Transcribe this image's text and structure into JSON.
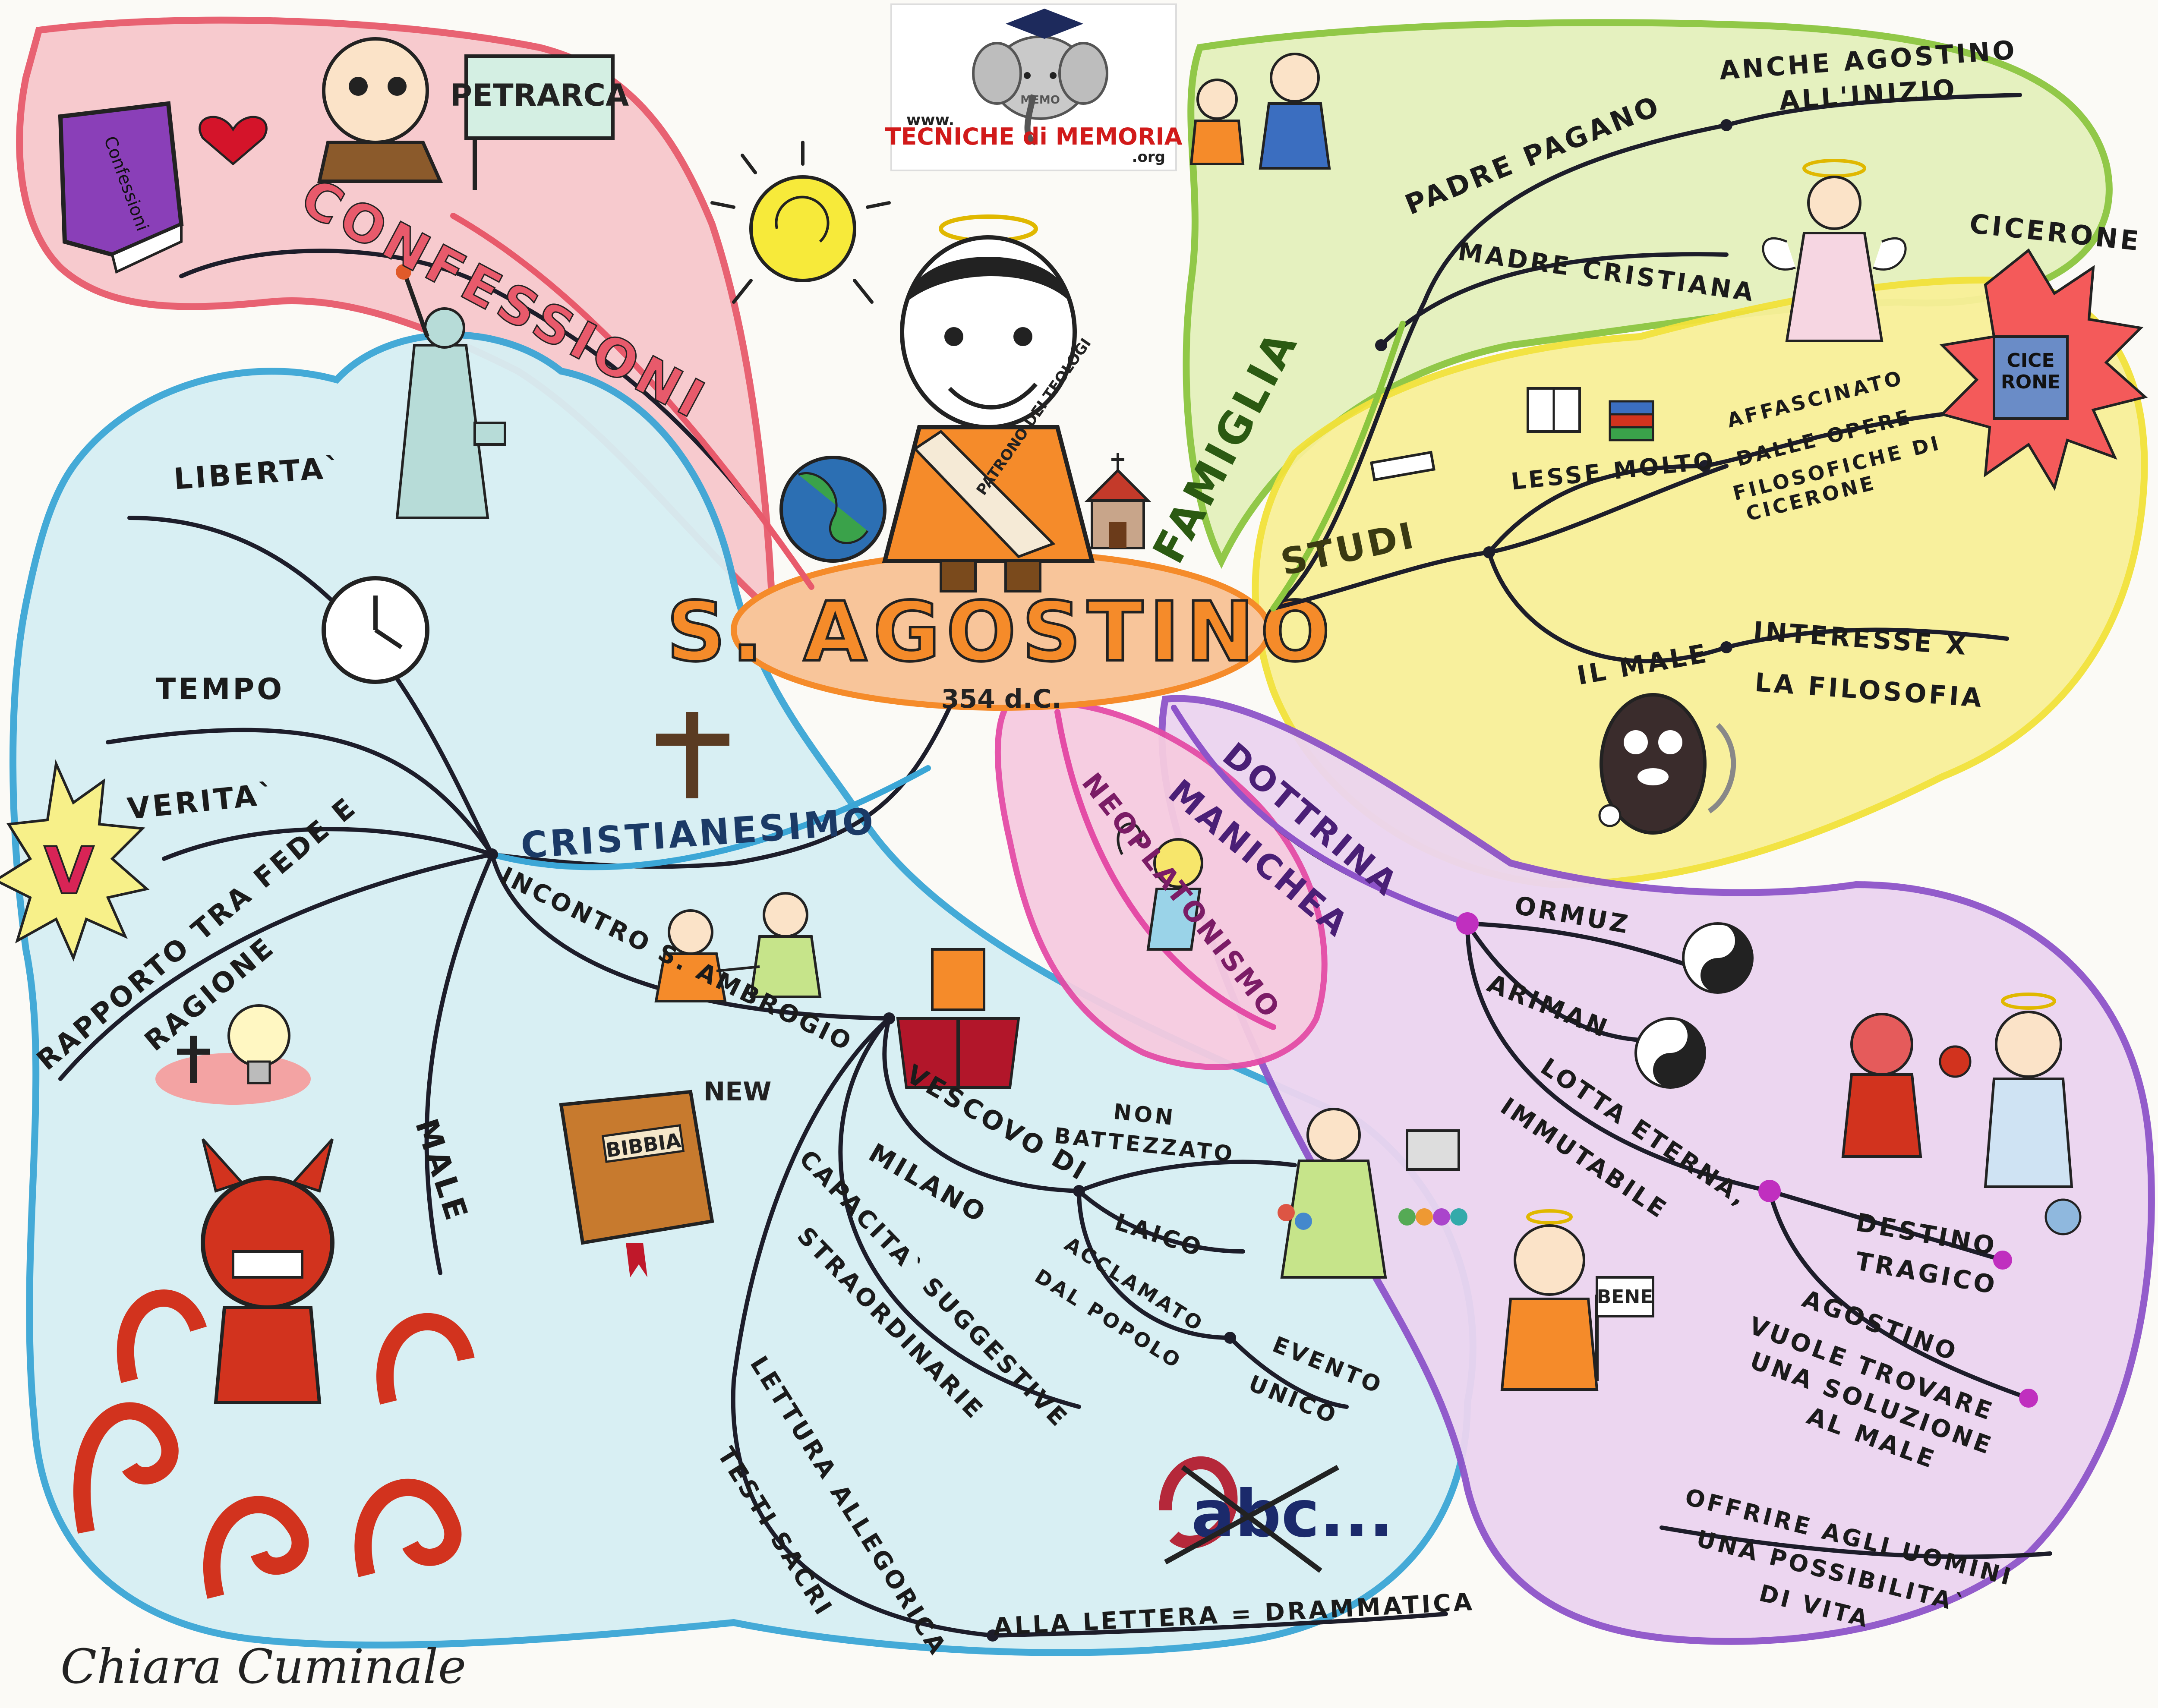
{
  "logo": {
    "line1": "www.",
    "line2": "TECNICHE di MEMORIA",
    "line3": ".org",
    "badge": "MEMO"
  },
  "center": {
    "title": "S. AGOSTINO",
    "date": "354 d.C."
  },
  "colors": {
    "confessioni": "#e85a6b",
    "cristianesimo": "#3ba6d6",
    "famiglia": "#8cc63f",
    "studi": "#f2e23a",
    "manichea": "#8e54c9",
    "neoplatonismo": "#e44ca6",
    "center": "#f58b2a"
  },
  "branches": {
    "confessioni": {
      "title": "CONFESSIONI",
      "book": "Confessioni",
      "sign": "PETRARCA"
    },
    "cristianesimo": {
      "title": "CRISTIANESIMO",
      "liberta": "LIBERTA`",
      "tempo": "TEMPO",
      "verita": "VERITA`",
      "rapporto_1": "RAPPORTO TRA FEDE E",
      "rapporto_2": "RAGIONE",
      "male": "MALE",
      "v_badge": "V"
    },
    "ambrogio": {
      "title": "INCONTRO S. AMBROGIO",
      "vescovo_1": "VESCOVO DI",
      "vescovo_2": "MILANO",
      "non_battezzato_1": "NON",
      "non_battezzato_2": "BATTEZZATO",
      "laico": "LAICO",
      "acclamato_1": "ACCLAMATO",
      "acclamato_2": "DAL POPOLO",
      "evento_1": "EVENTO",
      "evento_2": "UNICO",
      "capacita_1": "CAPACITA` SUGGESTIVE",
      "capacita_2": "STRAORDINARIE",
      "lettura_1": "LETTURA ALLEGORICA",
      "lettura_2": "TESTI SACRI",
      "lettera": "ALLA LETTERA = DRAMMATICA",
      "bible": "BIBBIA",
      "new_tag": "NEW",
      "abc": "abc..."
    },
    "neoplatonismo": {
      "title": "NEOPLATONISMO"
    },
    "famiglia": {
      "title": "FAMIGLIA",
      "padre": "PADRE PAGANO",
      "anche_1": "ANCHE AGOSTINO",
      "anche_2": "ALL'INIZIO",
      "madre": "MADRE CRISTIANA"
    },
    "studi": {
      "title": "STUDI",
      "lesse": "LESSE MOLTO",
      "affascinato_1": "AFFASCINATO",
      "affascinato_2": "DALLE OPERE",
      "affascinato_3": "FILOSOFICHE DI",
      "affascinato_4": "CICERONE",
      "cicerone": "CICERONE",
      "book_1": "CICE",
      "book_2": "RONE",
      "il_male": "IL MALE",
      "interesse_1": "INTERESSE X",
      "interesse_2": "LA FILOSOFIA"
    },
    "manichea": {
      "title_1": "DOTTRINA",
      "title_2": "MANICHEA",
      "ormuz": "ORMUZ",
      "ariman": "ARIMAN",
      "lotta_1": "LOTTA ETERNA,",
      "lotta_2": "IMMUTABILE",
      "destino_1": "DESTINO",
      "destino_2": "TRAGICO",
      "agostino_1": "AGOSTINO",
      "agostino_2": "VUOLE TROVARE",
      "agostino_3": "UNA SOLUZIONE",
      "agostino_4": "AL MALE",
      "offrire_1": "OFFRIRE AGLI UOMINI",
      "offrire_2": "UNA POSSIBILITA`",
      "offrire_3": "DI VITA",
      "bene": "BENE"
    }
  },
  "saint_sash": "PATRONO DEI TEOLOGI",
  "signature": "Chiara Cuminale"
}
